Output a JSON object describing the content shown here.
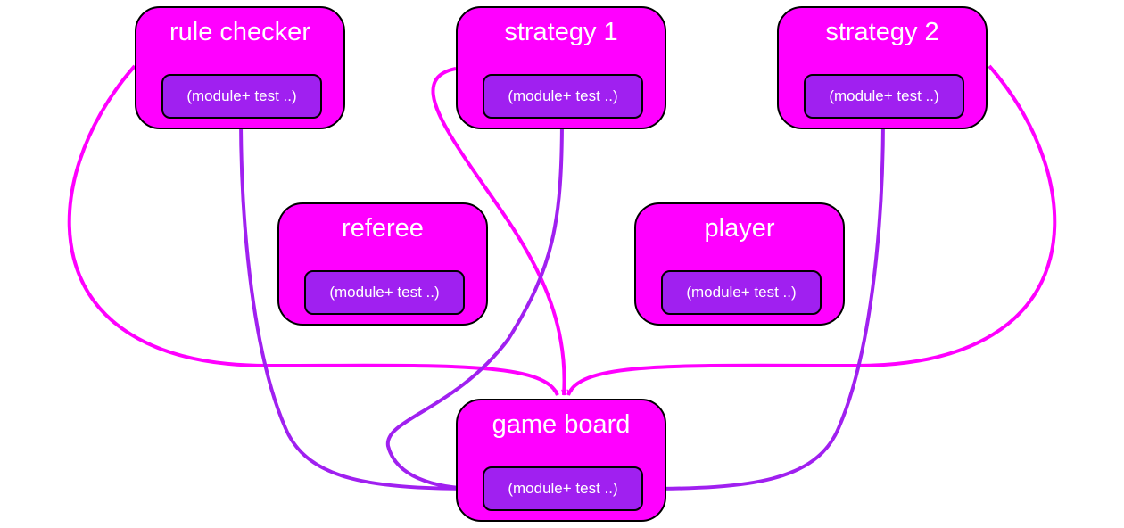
{
  "modules": {
    "rule_checker": {
      "title": "rule checker",
      "sub": "(module+ test ..)"
    },
    "strategy_1": {
      "title": "strategy 1",
      "sub": "(module+ test ..)"
    },
    "strategy_2": {
      "title": "strategy 2",
      "sub": "(module+ test ..)"
    },
    "referee": {
      "title": "referee",
      "sub": "(module+ test ..)"
    },
    "player": {
      "title": "player",
      "sub": "(module+ test ..)"
    },
    "game_board": {
      "title": "game board",
      "sub": "(module+ test ..)"
    }
  },
  "edges": [
    {
      "from": "rule checker",
      "to": "game board",
      "kind": "module"
    },
    {
      "from": "strategy 1",
      "to": "game board",
      "kind": "module"
    },
    {
      "from": "strategy 2",
      "to": "game board",
      "kind": "module"
    },
    {
      "from": "rule checker",
      "to": "game board",
      "kind": "test"
    },
    {
      "from": "strategy 1",
      "to": "game board",
      "kind": "test"
    },
    {
      "from": "strategy 2",
      "to": "game board",
      "kind": "test"
    }
  ],
  "colors": {
    "module_fill": "#ff00ff",
    "test_fill": "#a020f0",
    "border": "#000000",
    "text": "#ffffff",
    "module_edge": "#ff00ff",
    "test_edge": "#a020f0"
  }
}
